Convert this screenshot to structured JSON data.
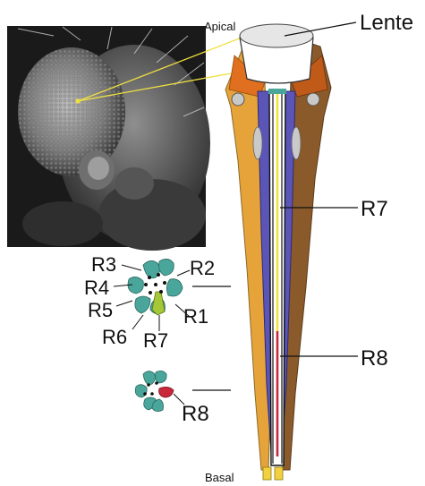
{
  "labels": {
    "apical": "Apical",
    "basal": "Basal",
    "lens": "Lente",
    "r7_main": "R7",
    "r8_main": "R8",
    "cross_r1": "R1",
    "cross_r2": "R2",
    "cross_r3": "R3",
    "cross_r4": "R4",
    "cross_r5": "R5",
    "cross_r6": "R6",
    "cross_r7": "R7",
    "cross2_r8": "R8"
  },
  "colors": {
    "pigment_orange": "#e6a33a",
    "pigment_brown": "#8a5a2b",
    "rhabdomere_blue": "#5b55b8",
    "cell_teal": "#4aa59a",
    "r7_yellow": "#f2e23a",
    "r8_red": "#c8283a",
    "leader_yellow": "#f0e040"
  }
}
